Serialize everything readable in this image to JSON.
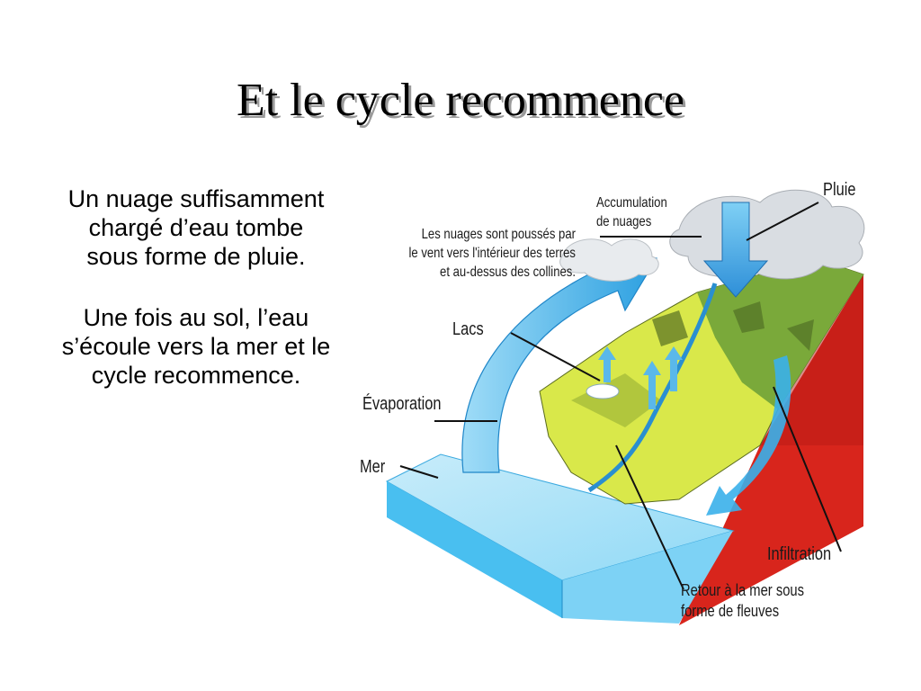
{
  "slide": {
    "title": "Et le cycle recommence",
    "paragraphs": [
      "Un nuage suffisamment chargé d’eau tombe sous forme de pluie.",
      "Une fois au sol, l’eau s’écoule vers la mer et le cycle recommence."
    ]
  },
  "diagram": {
    "labels": {
      "accumulation": [
        "Accumulation",
        "de nuages"
      ],
      "pluie": "Pluie",
      "nuages_pousses": [
        "Les nuages sont poussés par",
        "le vent vers l'intérieur des terres",
        "et au-dessus des collines."
      ],
      "lacs": "Lacs",
      "evaporation": "Évaporation",
      "mer": "Mer",
      "infiltration": "Infiltration",
      "retour": [
        "Retour à la mer sous",
        "forme de fleuves"
      ]
    }
  },
  "colors": {
    "sea": "#5cc8f0",
    "land": "#d9e84a",
    "cliff": "#d8251c",
    "arrow": "#3ab0ea",
    "cloud": "#d9dde2"
  }
}
